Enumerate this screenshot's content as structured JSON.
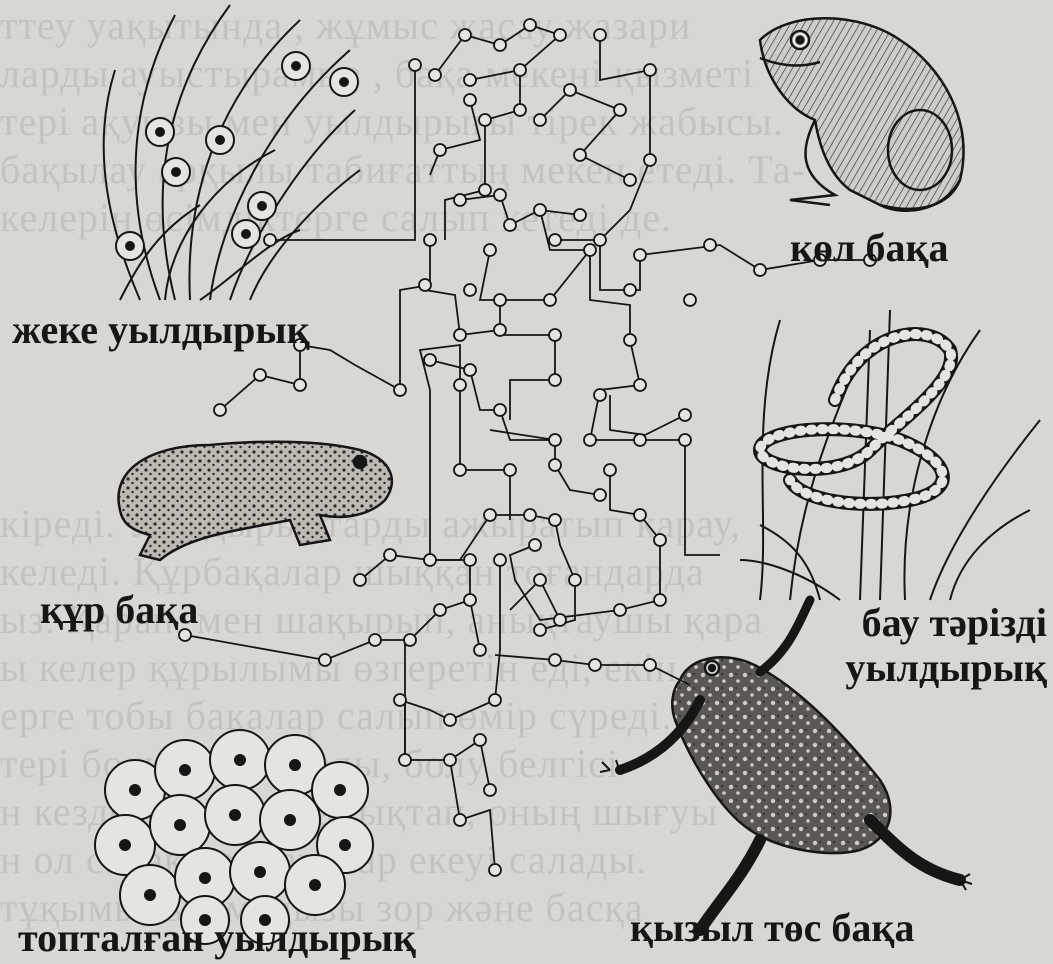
{
  "labels": {
    "frog_top_right": "көл бақа",
    "single_eggs": "жеке уылдырық",
    "toad": "құр бақа",
    "ribbon_eggs_line1": "бау тәрізді",
    "ribbon_eggs_line2": "уылдырық",
    "clustered_eggs": "топталған уылдырық",
    "red_belly_toad": "қызыл төс бақа"
  },
  "colors": {
    "paper": "#d9d7d3",
    "ink": "#161616",
    "egg_fill": "#e6e4e0"
  },
  "illustrations": [
    "eggs-on-grass",
    "pond-frog",
    "toad",
    "ribbon-eggs-on-reeds",
    "egg-cluster",
    "fire-bellied-toad"
  ]
}
